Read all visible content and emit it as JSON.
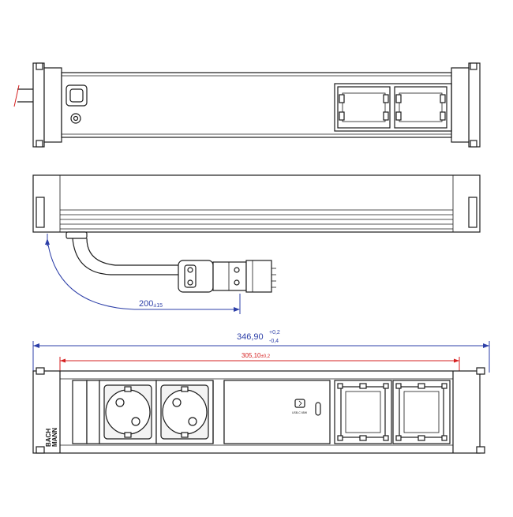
{
  "dimensions": {
    "cable_length": "200",
    "cable_length_tol": "±15",
    "overall_length": "346,90",
    "overall_tol_upper": "+0,2",
    "overall_tol_lower": "-0,4",
    "inner_length": "305,10",
    "inner_tol": "±0,2"
  },
  "labels": {
    "brand_line1": "BACH",
    "brand_line2": "MANN",
    "usb_label": "USB-C 65W"
  },
  "colors": {
    "dimension_line": "#2d3fa8",
    "inner_dimension": "#d62020",
    "drawing_line": "#1a1a1a"
  }
}
